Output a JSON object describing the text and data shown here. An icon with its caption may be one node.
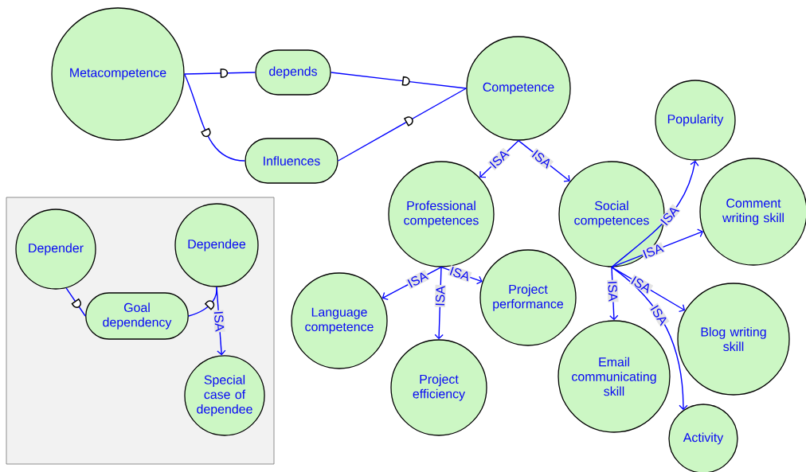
{
  "diagram": {
    "nodes": [
      {
        "text": [
          "Metacompetence"
        ]
      },
      {
        "text": [
          "depends"
        ]
      },
      {
        "text": [
          "Influences"
        ]
      },
      {
        "text": [
          "Competence"
        ]
      },
      {
        "text": [
          "Popularity"
        ]
      },
      {
        "text": [
          "Professional competences"
        ]
      },
      {
        "text": [
          "Social competences"
        ]
      },
      {
        "text": [
          "Comment writing skill"
        ]
      },
      {
        "text": [
          "Language competence"
        ]
      },
      {
        "text": [
          "Project performance"
        ]
      },
      {
        "text": [
          "Project efficiency"
        ]
      },
      {
        "text": [
          "Email communicating skill"
        ]
      },
      {
        "text": [
          "Blog writing skill"
        ]
      },
      {
        "text": [
          "Activity"
        ]
      },
      {
        "text": [],
        "shape": "box"
      },
      {
        "text": [
          "Depender"
        ],
        "in": 14
      },
      {
        "text": [
          "Dependee"
        ],
        "in": 14
      },
      {
        "text": [
          "Goal dependency"
        ],
        "in": 14
      },
      {
        "text": [
          "Special case of dependee"
        ],
        "in": 14
      }
    ],
    "edges": [
      {
        "from": 0,
        "to": 1,
        "arrow": "none"
      },
      {
        "from": 1,
        "to": 3,
        "arrow": "none"
      },
      {
        "from": 0,
        "to": 2,
        "arrow": "none"
      },
      {
        "from": 2,
        "to": 3,
        "arrow": "none"
      },
      {
        "from": 3,
        "to": 5,
        "arrow": "to",
        "label": "ISA"
      },
      {
        "from": 3,
        "to": 6,
        "arrow": "to",
        "label": "ISA"
      },
      {
        "from": 5,
        "to": 8,
        "arrow": "to",
        "label": "ISA"
      },
      {
        "from": 5,
        "to": 10,
        "arrow": "to",
        "label": "ISA"
      },
      {
        "from": 5,
        "to": 9,
        "arrow": "to",
        "label": "ISA"
      },
      {
        "from": 6,
        "to": 4,
        "arrow": "to",
        "label": "ISA"
      },
      {
        "from": 6,
        "to": 7,
        "arrow": "to",
        "label": "ISA"
      },
      {
        "from": 6,
        "to": 12,
        "arrow": "to",
        "label": "ISA"
      },
      {
        "from": 6,
        "to": 11,
        "arrow": "to",
        "label": "ISA"
      },
      {
        "from": 6,
        "to": 13,
        "arrow": "to",
        "label": "ISA"
      },
      {
        "from": 15,
        "to": 17,
        "arrow": "none"
      },
      {
        "from": 17,
        "to": 16,
        "arrow": "none"
      },
      {
        "from": 16,
        "to": 18,
        "arrow": "to",
        "label": "ISA"
      }
    ]
  }
}
